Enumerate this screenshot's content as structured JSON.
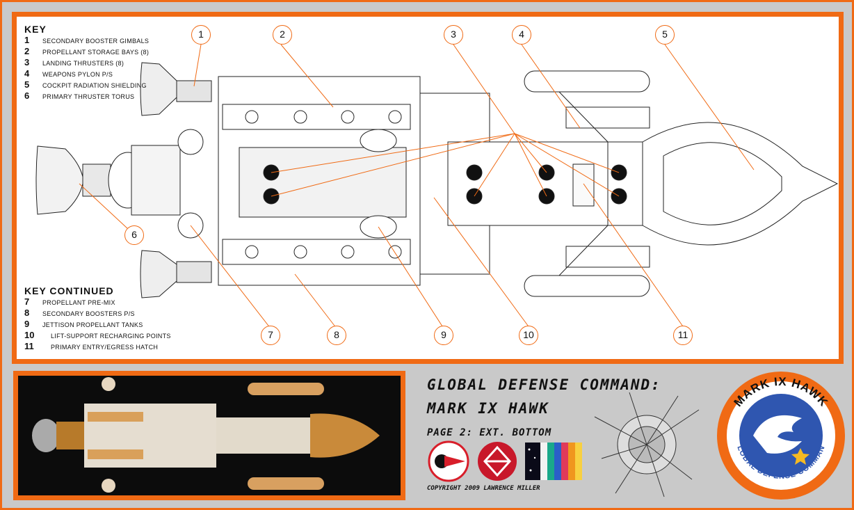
{
  "key": {
    "heading": "KEY",
    "items": [
      {
        "num": "1",
        "label": "SECONDARY BOOSTER GIMBALS"
      },
      {
        "num": "2",
        "label": "PROPELLANT STORAGE BAYS (8)"
      },
      {
        "num": "3",
        "label": "LANDING THRUSTERS (8)"
      },
      {
        "num": "4",
        "label": "WEAPONS PYLON P/S"
      },
      {
        "num": "5",
        "label": "COCKPIT RADIATION SHIELDING"
      },
      {
        "num": "6",
        "label": "PRIMARY THRUSTER TORUS"
      }
    ]
  },
  "key_continued": {
    "heading": "KEY CONTINUED",
    "items": [
      {
        "num": "7",
        "label": "PROPELLANT PRE-MIX"
      },
      {
        "num": "8",
        "label": "SECONDARY BOOSTERS P/S"
      },
      {
        "num": "9",
        "label": "JETTISON PROPELLANT TANKS"
      },
      {
        "num": "10",
        "label": "LIFT-SUPPORT RECHARGING POINTS"
      },
      {
        "num": "11",
        "label": "PRIMARY ENTRY/EGRESS HATCH"
      }
    ]
  },
  "callouts": [
    "1",
    "2",
    "3",
    "4",
    "5",
    "6",
    "7",
    "8",
    "9",
    "10",
    "11"
  ],
  "title": {
    "line1": "GLOBAL DEFENSE COMMAND:",
    "line2": "MARK IX HAWK",
    "line3": "PAGE 2: EXT. BOTTOM"
  },
  "copyright": "COPYRIGHT 2009 LAWRENCE MILLER",
  "badge": {
    "top_text": "MARK IX HAWK",
    "bottom_text": "GLOBAL DEFENSE COMMAND"
  },
  "colors": {
    "accent": "#f06a14",
    "badge_blue": "#2f56b0",
    "hull": "#e8902a",
    "panel": "#c9c9c9"
  },
  "icons": [
    "red-arrow-insignia-icon",
    "red-diamond-insignia-icon",
    "color-swatch-strip-icon",
    "ship-diagram-thumbnail-icon",
    "eagle-head-icon"
  ]
}
